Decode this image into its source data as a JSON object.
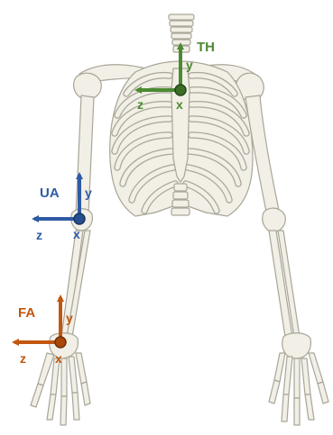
{
  "colors": {
    "thorax": "#4c8a32",
    "upper_arm": "#2f5ba5",
    "forearm": "#c2570f",
    "bone_fill": "#f1efe6",
    "bone_stroke": "#a8a698"
  },
  "frames": {
    "thorax": {
      "name": "TH",
      "x_label": "x",
      "y_label": "y",
      "z_label": "z"
    },
    "upper_arm": {
      "name": "UA",
      "x_label": "x",
      "y_label": "y",
      "z_label": "z"
    },
    "forearm": {
      "name": "FA",
      "x_label": "x",
      "y_label": "y",
      "z_label": "z"
    }
  }
}
